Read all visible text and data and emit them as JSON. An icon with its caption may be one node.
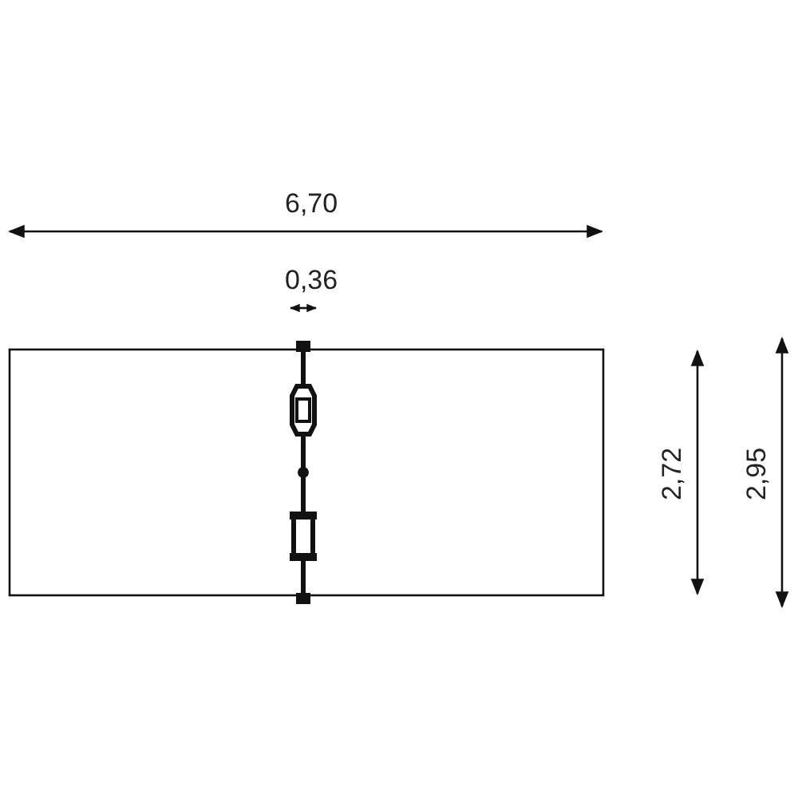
{
  "diagram": {
    "labels": [
      "6,70",
      "0,36",
      "2,72",
      "2,95"
    ]
  }
}
